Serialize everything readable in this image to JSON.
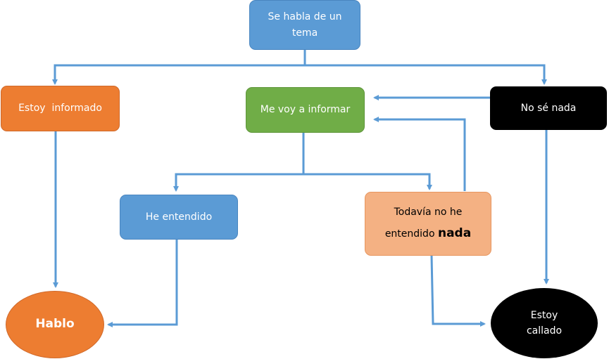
{
  "diagram": {
    "nodes": {
      "topic": "Se habla de un tema",
      "informed": "Estoy  informado",
      "will_inform": "Me voy a informar",
      "know_nothing": "No sé nada",
      "understood": "He entendido",
      "not_understood_prefix": "Todavía no he entendido",
      "not_understood_emphasis": "nada",
      "speak": "Hablo",
      "silent": "Estoy callado"
    },
    "colors": {
      "arrow": "#5b9bd5",
      "blue": "#5b9bd5",
      "orange": "#ed7d31",
      "green": "#70ad47",
      "salmon": "#f4b183",
      "black": "#000000"
    }
  }
}
